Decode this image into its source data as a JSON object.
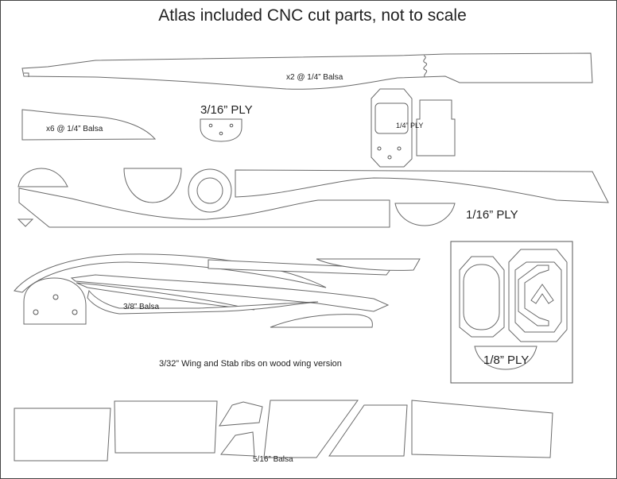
{
  "title": "Atlas included CNC cut parts, not to scale",
  "labels": {
    "fuselage_balsa": "x2 @ 1/4” Balsa",
    "x6_balsa": "x6 @ 1/4” Balsa",
    "ply_3_16": "3/16” PLY",
    "ply_1_4": "1/4” PLY",
    "ply_1_16": "1/16” PLY",
    "balsa_3_8": "3/8” Balsa",
    "wing_ribs": "3/32” Wing and Stab ribs on wood wing version",
    "ply_1_8": "1/8” PLY",
    "balsa_5_16": "5/16” Balsa"
  }
}
